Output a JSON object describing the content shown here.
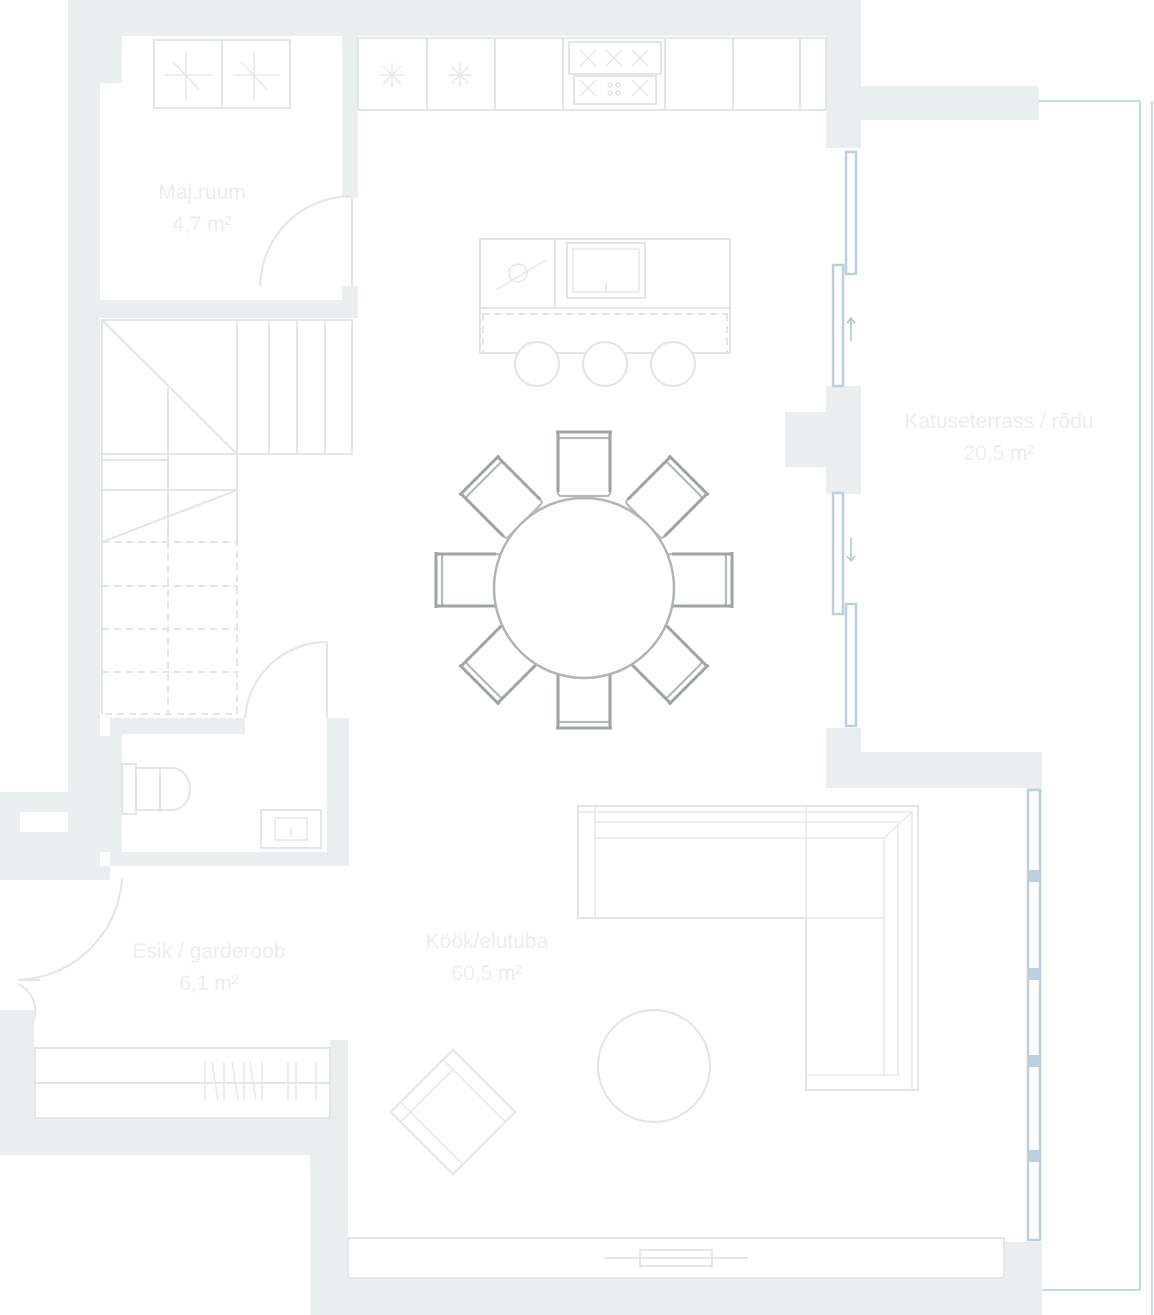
{
  "rooms": {
    "utility": {
      "name": "Maj.ruum",
      "area": "4,7 m²"
    },
    "terrace": {
      "name": "Katuseterrass / rõdu",
      "area": "20,5 m²"
    },
    "hall": {
      "name": "Esik / garderoob",
      "area": "6,1 m²"
    },
    "kitchen": {
      "name": "Köök/elutuba",
      "area": "60,5 m²"
    }
  },
  "colors": {
    "wall": "#ebeeee",
    "window": "#bcd0dc",
    "dining_furniture": "#b0b4b4"
  }
}
